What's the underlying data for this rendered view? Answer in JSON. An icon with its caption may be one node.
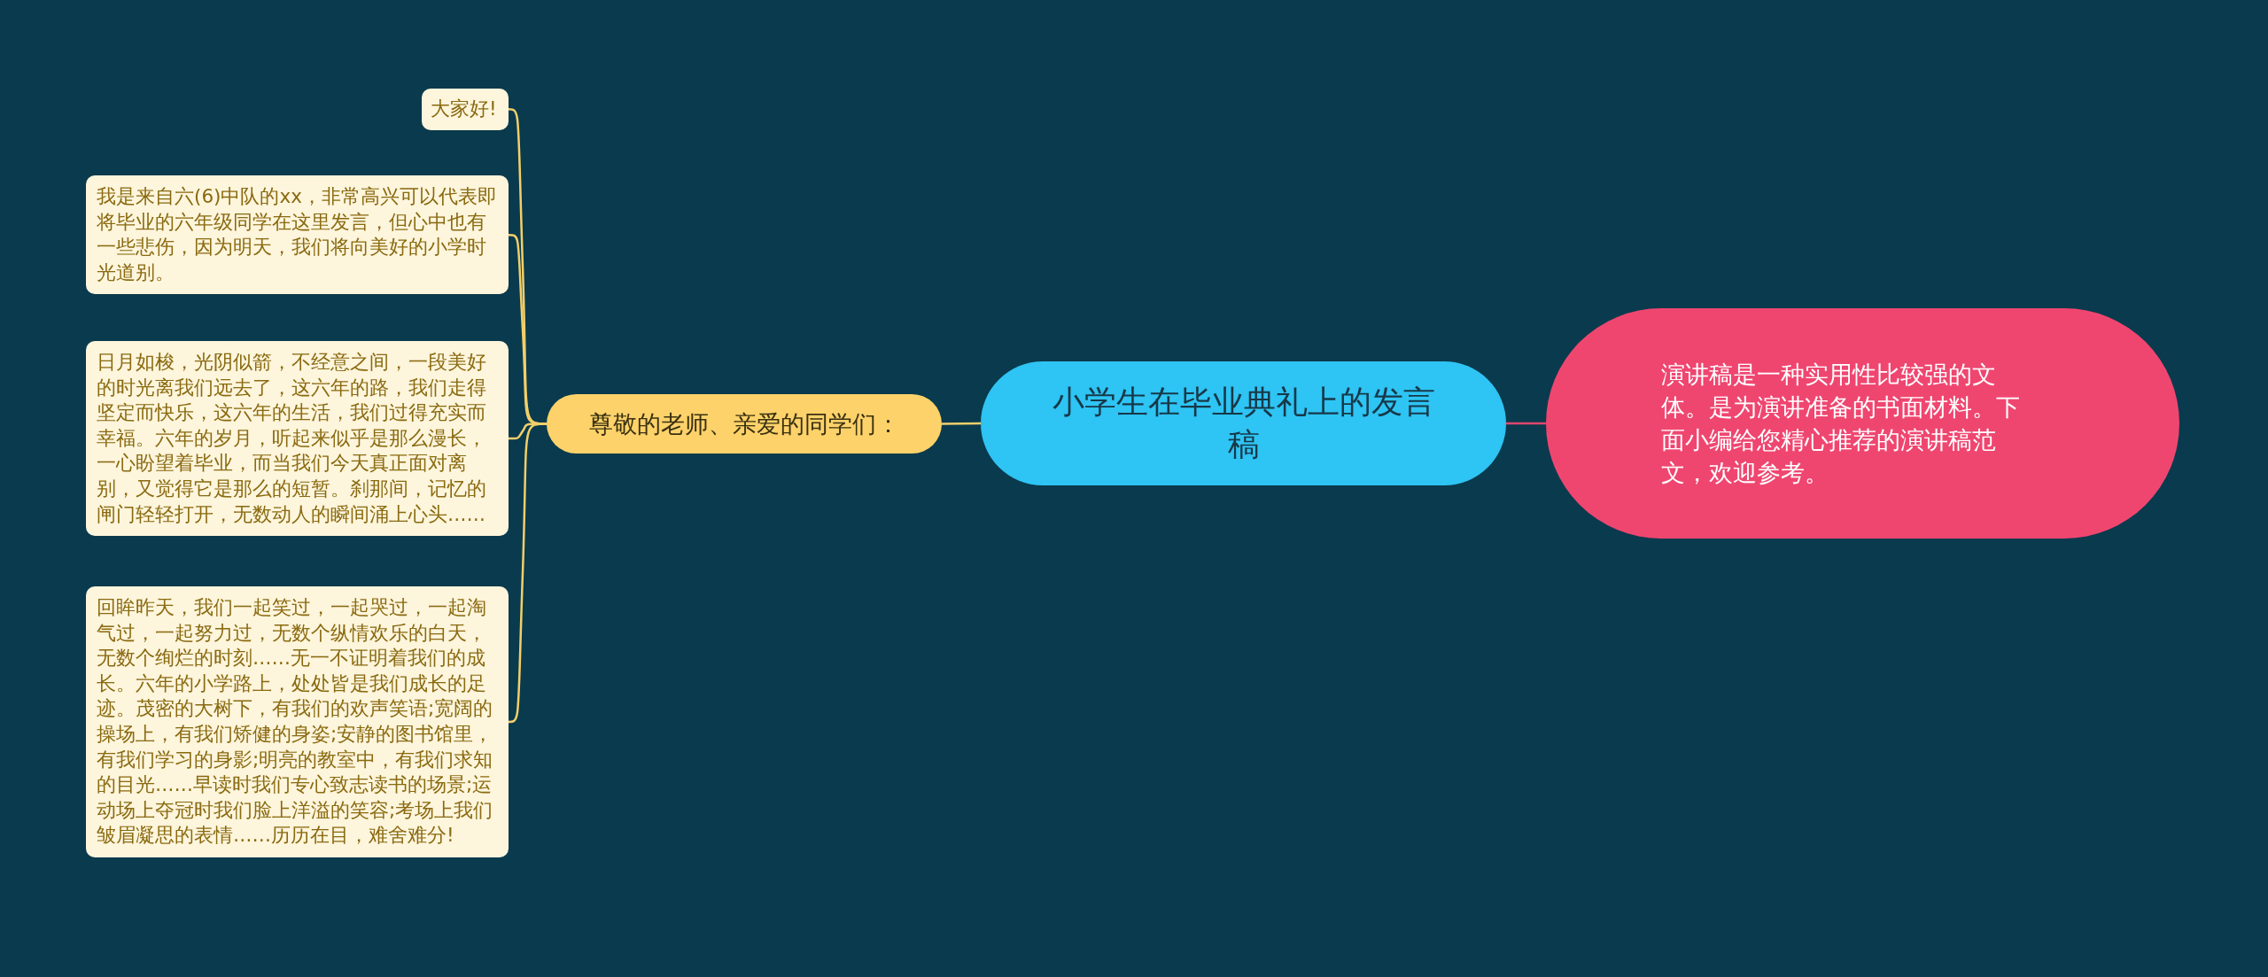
{
  "diagram": {
    "nodes": [
      {
        "text": [
          "小学生在毕业典礼上的发言稿"
        ]
      },
      {
        "text": [
          "演讲稿是一种实用性比较强的文体。是为演讲准备的书面材料。下面小编给您精心推荐的演讲稿范文，欢迎参考。"
        ]
      },
      {
        "text": [
          "尊敬的老师、亲爱的同学们："
        ]
      },
      {
        "text": [
          "大家好!"
        ]
      },
      {
        "text": [
          "我是来自六(6)中队的xx，非常高兴可以代表即将毕业的六年级同学在这里发言，但心中也有一些悲伤，因为明天，我们将向美好的小学时光道别。"
        ]
      },
      {
        "text": [
          "日月如梭，光阴似箭，不经意之间，一段美好的时光离我们远去了，这六年的路，我们走得坚定而快乐，这六年的生活，我们过得充实而幸福。六年的岁月，听起来似乎是那么漫长，一心盼望着毕业，而当我们今天真正面对离别，又觉得它是那么的短暂。刹那间，记忆的闸门轻轻打开，无数动人的瞬间涌上心头……"
        ]
      },
      {
        "text": [
          "回眸昨天，我们一起笑过，一起哭过，一起淘气过，一起努力过，无数个纵情欢乐的白天，无数个绚烂的时刻……无一不证明着我们的成长。六年的小学路上，处处皆是我们成长的足迹。茂密的大树下，有我们的欢声笑语;宽阔的操场上，有我们矫健的身姿;安静的图书馆里，有我们学习的身影;明亮的教室中，有我们求知的目光……早读时我们专心致志读书的场景;运动场上夺冠时我们脸上洋溢的笑容;考场上我们皱眉凝思的表情……历历在目，难舍难分!"
        ]
      }
    ],
    "edges": [
      {
        "from": 0,
        "to": 1,
        "arrow": "none",
        "color": "#e0466f"
      },
      {
        "from": 0,
        "to": 2,
        "arrow": "none"
      },
      {
        "from": 2,
        "to": 3,
        "arrow": "none"
      },
      {
        "from": 2,
        "to": 4,
        "arrow": "none"
      },
      {
        "from": 2,
        "to": 5,
        "arrow": "none"
      },
      {
        "from": 2,
        "to": 6,
        "arrow": "none"
      }
    ]
  }
}
